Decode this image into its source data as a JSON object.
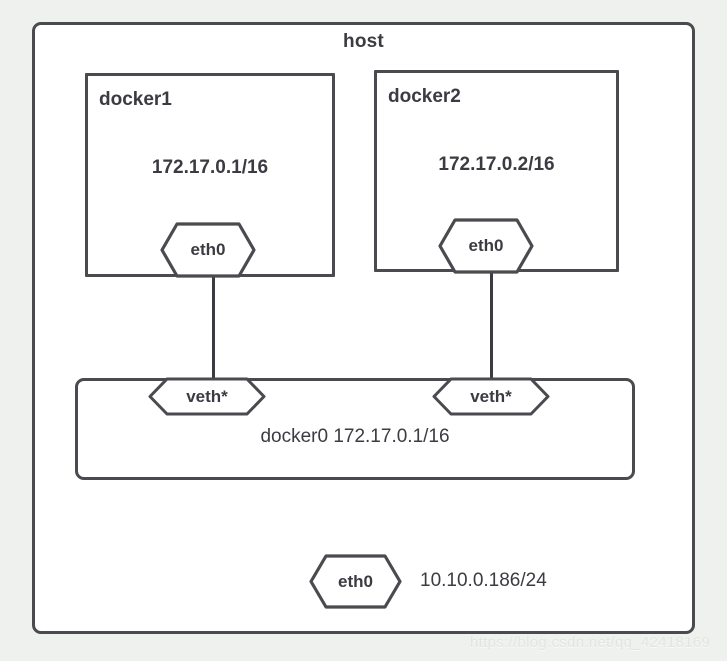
{
  "diagram": {
    "title": "host",
    "host_frame_label": "host",
    "containers": [
      {
        "name": "docker1",
        "ip": "172.17.0.1/16",
        "interface": "eth0"
      },
      {
        "name": "docker2",
        "ip": "172.17.0.2/16",
        "interface": "eth0"
      }
    ],
    "bridge": {
      "label": "docker0 172.17.0.1/16",
      "name": "docker0",
      "ip": "172.17.0.1/16",
      "interfaces": [
        {
          "label": "veth*"
        },
        {
          "label": "veth*"
        }
      ]
    },
    "host_nic": {
      "interface": "eth0",
      "ip": "10.10.0.186/24"
    },
    "watermark": "https://blog.csdn.net/qq_42418169",
    "colors": {
      "background": "#eef1ee",
      "box_fill": "#ffffff",
      "stroke": "#4a4a4f",
      "text": "#3b3b42",
      "watermark": "#e2e6e2"
    }
  }
}
